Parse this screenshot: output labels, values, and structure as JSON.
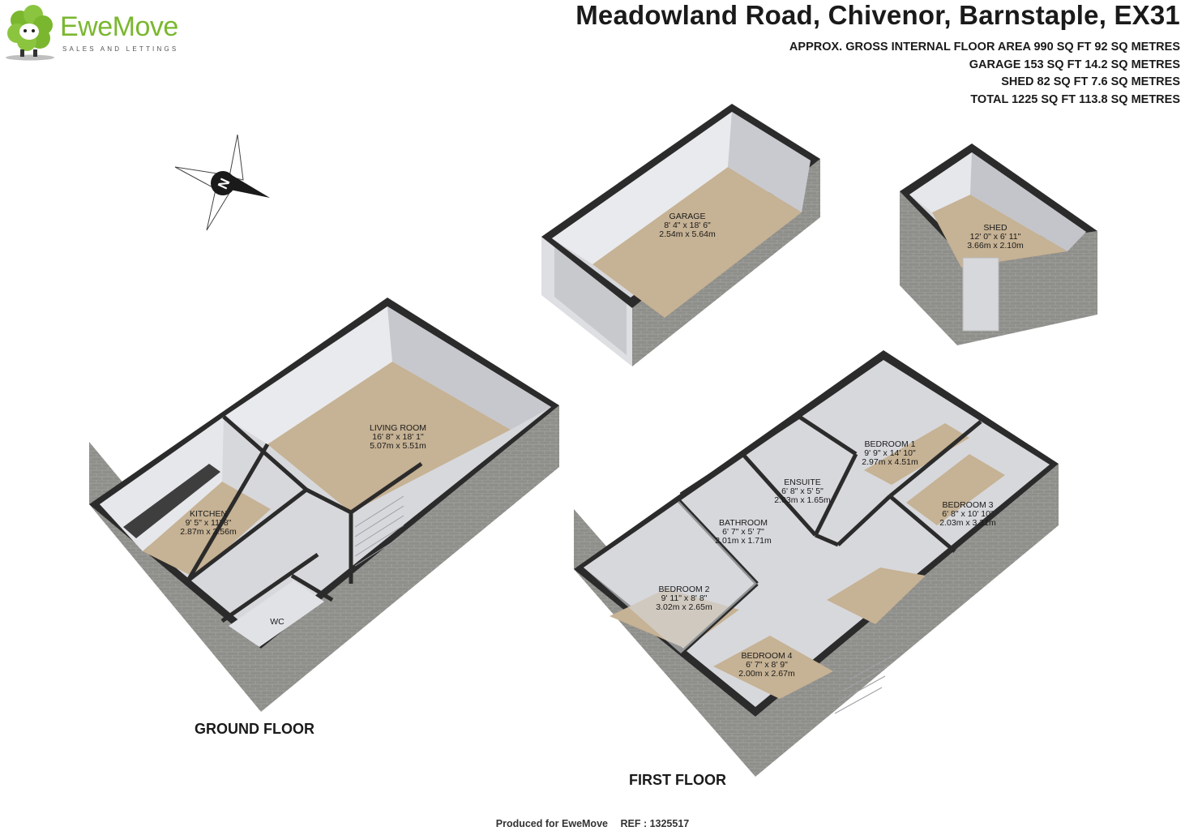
{
  "brand": {
    "name": "EweMove",
    "tagline": "SALES AND LETTINGS",
    "color": "#7ab72f"
  },
  "header": {
    "title": "Meadowland Road, Chivenor, Barnstaple, EX31",
    "areas": [
      "APPROX. GROSS INTERNAL FLOOR AREA 990 SQ FT 92 SQ METRES",
      "GARAGE 153 SQ FT 14.2 SQ METRES",
      "SHED 82 SQ FT 7.6 SQ METRES",
      "TOTAL 1225 SQ FT 113.8 SQ METRES"
    ]
  },
  "compass": {
    "icon": "compass-north-icon",
    "letter": "N"
  },
  "floors": {
    "ground": "GROUND FLOOR",
    "first": "FIRST FLOOR"
  },
  "rooms": {
    "garage": {
      "name": "GARAGE",
      "imperial": "8' 4\" x 18' 6\"",
      "metric": "2.54m x 5.64m"
    },
    "shed": {
      "name": "SHED",
      "imperial": "12' 0\" x 6' 11\"",
      "metric": "3.66m x 2.10m"
    },
    "living": {
      "name": "LIVING ROOM",
      "imperial": "16' 8\" x 18' 1\"",
      "metric": "5.07m x 5.51m"
    },
    "kitchen": {
      "name": "KITCHEN",
      "imperial": "9' 5\" x 11' 8\"",
      "metric": "2.87m x 3.56m"
    },
    "wc": {
      "name": "WC"
    },
    "bedroom1": {
      "name": "BEDROOM 1",
      "imperial": "9' 9\" x 14' 10\"",
      "metric": "2.97m x 4.51m"
    },
    "ensuite": {
      "name": "ENSUITE",
      "imperial": "6' 8\" x 5' 5\"",
      "metric": "2.03m x 1.65m"
    },
    "bathroom": {
      "name": "BATHROOM",
      "imperial": "6' 7\" x 5' 7\"",
      "metric": "2.01m x 1.71m"
    },
    "bedroom3": {
      "name": "BEDROOM 3",
      "imperial": "6' 8\" x 10' 10\"",
      "metric": "2.03m x 3.31m"
    },
    "bedroom2": {
      "name": "BEDROOM 2",
      "imperial": "9' 11\" x 8' 8\"",
      "metric": "3.02m x 2.65m"
    },
    "bedroom4": {
      "name": "BEDROOM 4",
      "imperial": "6' 7\" x 8' 9\"",
      "metric": "2.00m x 2.67m"
    }
  },
  "footer": {
    "produced": "Produced for EweMove",
    "ref": "REF : 1325517"
  },
  "colors": {
    "floor": "#c6b294",
    "wall_top": "#2a2a2a",
    "brick": "#8d8d89",
    "inner_wall": "#d9dade"
  }
}
